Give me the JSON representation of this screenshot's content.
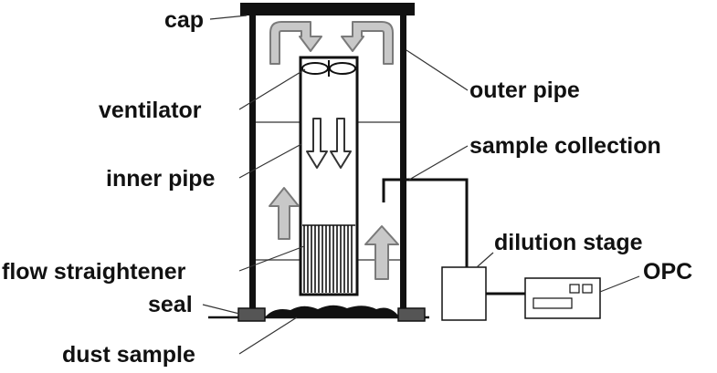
{
  "labels": {
    "cap": "cap",
    "ventilator": "ventilator",
    "inner_pipe": "inner pipe",
    "flow_straightener": "flow straightener",
    "seal": "seal",
    "dust_sample": "dust sample",
    "outer_pipe": "outer pipe",
    "sample_collection": "sample collection",
    "dilution_stage": "dilution stage",
    "opc": "OPC"
  },
  "colors": {
    "line": "#111111",
    "arrow_fill": "#c8c8c8",
    "arrow_stroke": "#7a7a7a",
    "seal_fill": "#555555",
    "box_fill": "#ffffff"
  }
}
